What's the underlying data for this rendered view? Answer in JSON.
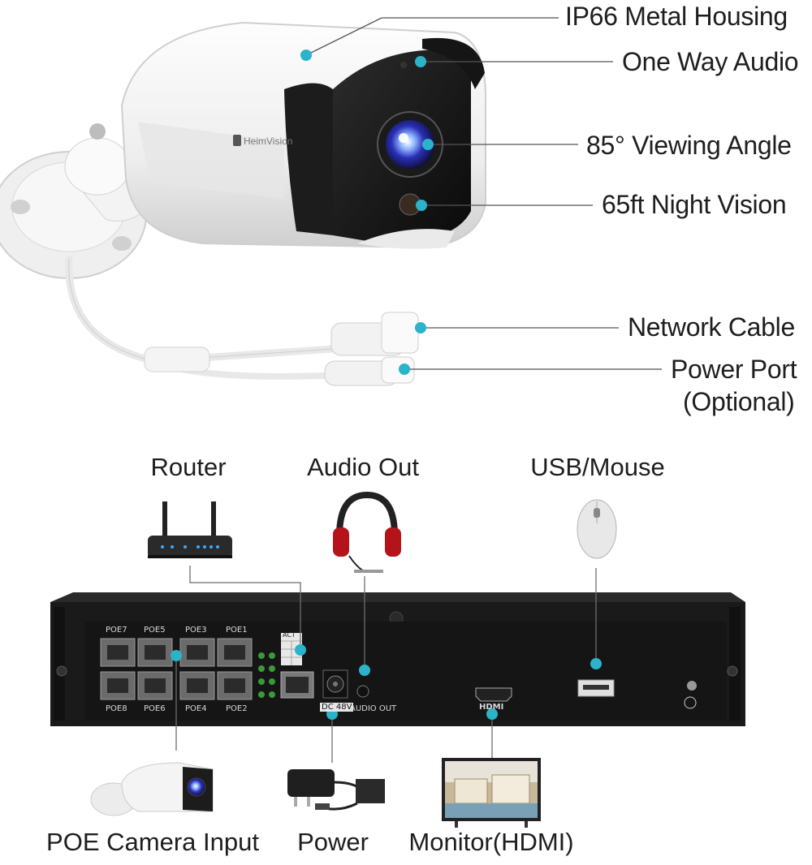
{
  "camera_callouts": {
    "housing": "IP66 Metal Housing",
    "audio": "One Way Audio",
    "angle": "85° Viewing Angle",
    "night": "65ft Night Vision",
    "network": "Network Cable",
    "power_line1": "Power Port",
    "power_line2": "(Optional)"
  },
  "camera_brand": "HeimVision",
  "devices": {
    "router": "Router",
    "audio_out": "Audio Out",
    "usb_mouse": "USB/Mouse",
    "poe_camera": "POE Camera Input",
    "power": "Power",
    "monitor": "Monitor(HDMI)"
  },
  "nvr_ports": {
    "poe7": "POE7",
    "poe5": "POE5",
    "poe3": "POE3",
    "poe1": "POE1",
    "poe8": "POE8",
    "poe6": "POE6",
    "poe4": "POE4",
    "poe2": "POE2",
    "act": "ACT",
    "dc": "DC 48V",
    "audio_out": "AUDIO OUT",
    "hdmi": "HDMI"
  },
  "colors": {
    "accent_dot": "#2bb3c9",
    "nvr_body": "#1a1a1a",
    "leader_line": "#9a9a9a",
    "text": "#1e1e1e"
  }
}
